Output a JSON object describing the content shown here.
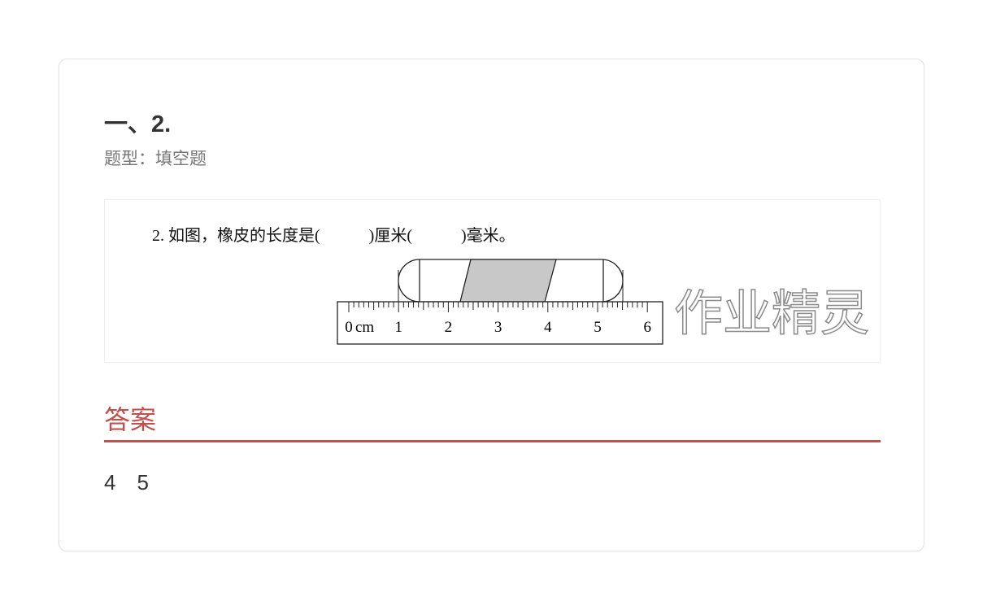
{
  "question": {
    "title": "一、2.",
    "type_label": "题型：填空题"
  },
  "figure": {
    "question_text": "2. 如图，橡皮的长度是(　　　)厘米(　　　)毫米。",
    "ruler_unit": "cm",
    "ruler_labels": [
      "0",
      "1",
      "2",
      "3",
      "4",
      "5",
      "6"
    ],
    "eraser_fill": "#c8c8c8",
    "watermark": "作业精灵"
  },
  "answer": {
    "heading": "答案",
    "text": "4　5",
    "accent": "#c0504d"
  }
}
